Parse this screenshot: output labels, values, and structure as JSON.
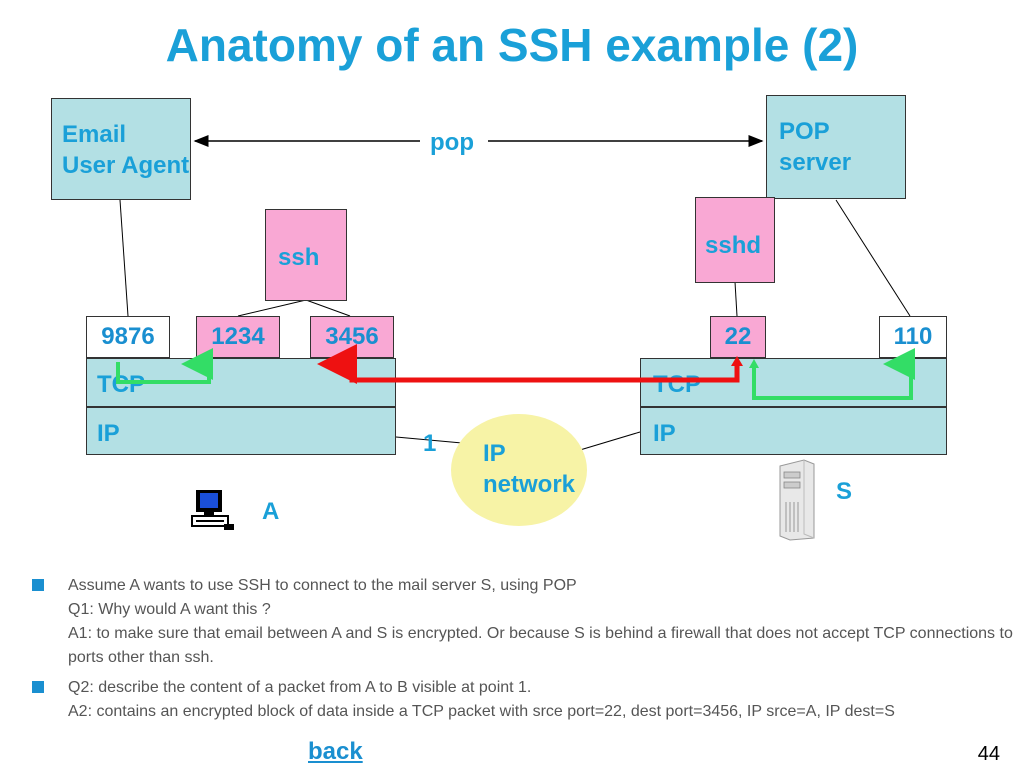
{
  "title": "Anatomy of an SSH example (2)",
  "diagram": {
    "email_agent": "Email\nUser Agent",
    "pop_label": "pop",
    "pop_server": "POP\nserver",
    "ssh": "ssh",
    "sshd": "sshd",
    "ports_left": [
      "9876",
      "1234",
      "3456"
    ],
    "ports_right": [
      "22",
      "110"
    ],
    "tcp_left": "TCP",
    "ip_left": "IP",
    "tcp_right": "TCP",
    "ip_right": "IP",
    "point_label": "1",
    "network": "IP\nnetwork",
    "host_a": "A",
    "host_s": "S",
    "colors": {
      "cyan": "#b3e0e4",
      "pink": "#f9a8d4",
      "green": "#33dd66",
      "red": "#ee1111",
      "ellipse": "#f7f3a6",
      "accent": "#1aa0d8"
    }
  },
  "bullets": [
    [
      "Assume A wants to use SSH to connect to the mail server S, using POP",
      "Q1: Why would A want this ?",
      "A1: to make sure that email between A and S is encrypted. Or because S is behind a firewall that does not accept TCP connections to ports other than ssh."
    ],
    [
      "Q2: describe the content of a packet from A to B visible at point 1.",
      "A2: contains an encrypted block of data inside a TCP packet with srce port=22, dest port=3456, IP srce=A, IP dest=S"
    ]
  ],
  "back_link": "back",
  "page_number": "44"
}
